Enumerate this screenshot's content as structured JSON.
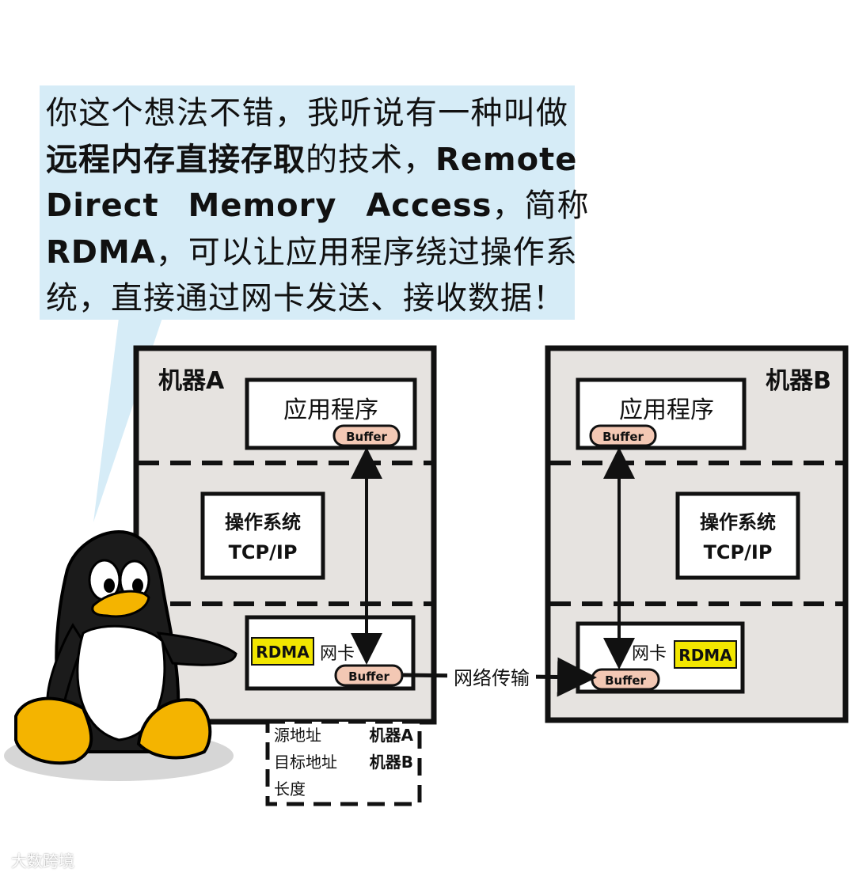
{
  "speech_bubble": {
    "line1": "你这个想法不错，我听说有一种叫做",
    "line2_bold": "远程内存直接存取",
    "line2_rest": "的技术，",
    "line2_bold_end": "Remote",
    "line3_bold": "Direct Memory Access",
    "line3_rest": "，简称",
    "line4_bold": "RDMA",
    "line4_rest": "，可以让应用程序绕过操作系",
    "line5": "统，直接通过网卡发送、接收数据！"
  },
  "machine_a": {
    "title": "机器A",
    "app_label": "应用程序",
    "buffer_label": "Buffer",
    "os_label_1": "操作系统",
    "os_label_2": "TCP/IP",
    "rdma_badge": "RDMA",
    "nic_label": "网卡",
    "nic_buffer_label": "Buffer"
  },
  "machine_b": {
    "title": "机器B",
    "app_label": "应用程序",
    "buffer_label": "Buffer",
    "os_label_1": "操作系统",
    "os_label_2": "TCP/IP",
    "rdma_badge": "RDMA",
    "nic_label": "网卡",
    "nic_buffer_label": "Buffer"
  },
  "network_label": "网络传输",
  "packet_info": {
    "src_label": "源地址",
    "src_value": "机器A",
    "dst_label": "目标地址",
    "dst_value": "机器B",
    "len_label": "长度"
  },
  "watermark": "大数跨境",
  "colors": {
    "bubble": "#d6ecf7",
    "machine_bg": "#e6e3e0",
    "buffer_pill": "#f3c8b4",
    "rdma_badge": "#f2e600",
    "penguin_beak": "#f4b400"
  }
}
